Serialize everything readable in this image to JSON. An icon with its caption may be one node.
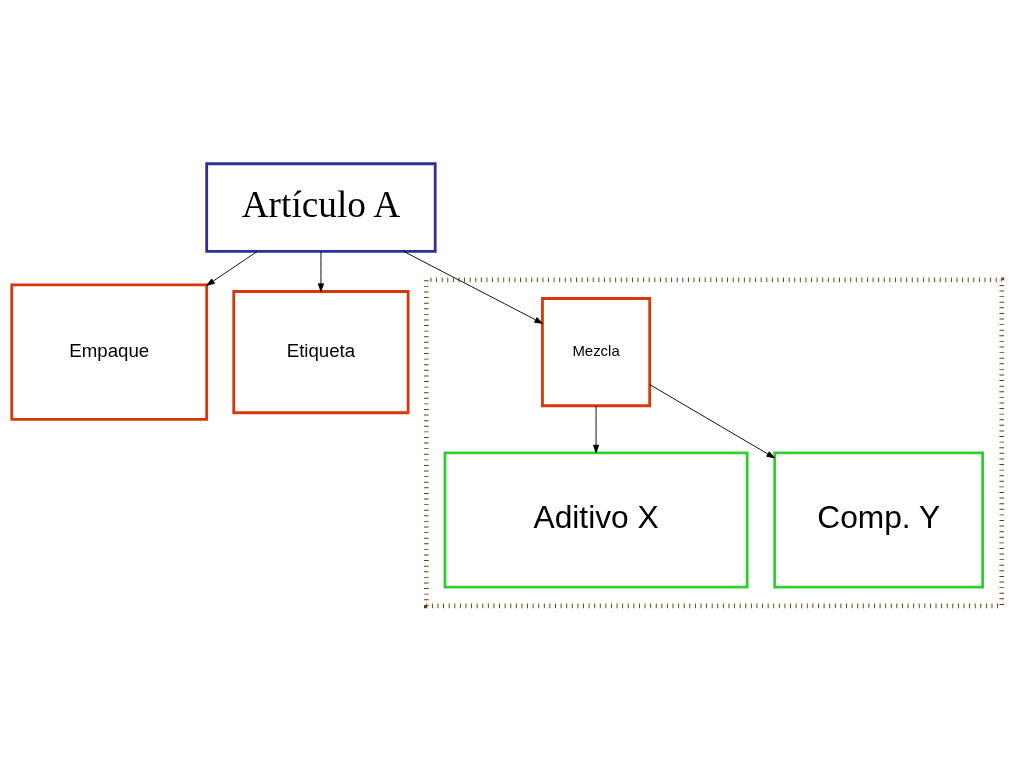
{
  "diagram": {
    "nodes": [
      {
        "text": [
          "Artículo A"
        ]
      },
      {
        "text": [
          "Empaque"
        ]
      },
      {
        "text": [
          "Etiqueta"
        ]
      },
      {
        "text": [],
        "shape": "box"
      },
      {
        "text": [
          "Mezcla"
        ],
        "in": 3
      },
      {
        "text": [
          "Aditivo X"
        ],
        "in": 3
      },
      {
        "text": [
          "Comp. Y"
        ],
        "in": 3
      }
    ],
    "edges": [
      {
        "from": 0,
        "to": 1,
        "arrow": "to"
      },
      {
        "from": 0,
        "to": 2,
        "arrow": "to"
      },
      {
        "from": 0,
        "to": 4,
        "arrow": "to"
      },
      {
        "from": 4,
        "to": 5,
        "arrow": "to"
      },
      {
        "from": 4,
        "to": 6,
        "arrow": "to"
      }
    ]
  }
}
